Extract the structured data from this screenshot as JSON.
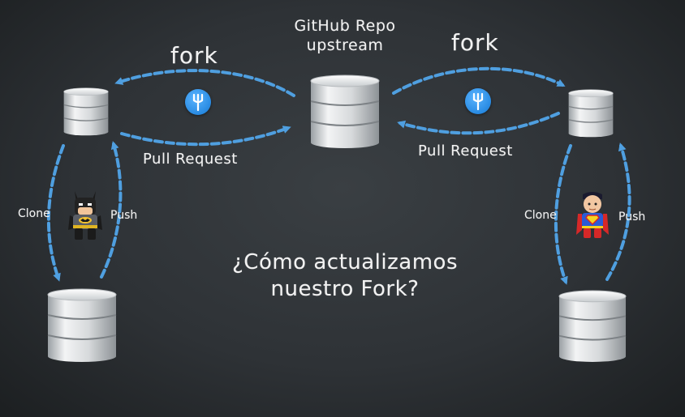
{
  "upstream": {
    "line1": "GitHub Repo",
    "line2": "upstream"
  },
  "left": {
    "fork_label": "fork",
    "pr_label": "Pull Request",
    "clone_label": "Clone",
    "push_label": "Push",
    "character": "batman"
  },
  "right": {
    "fork_label": "fork",
    "pr_label": "Pull Request",
    "clone_label": "Clone",
    "push_label": "Push",
    "character": "superman"
  },
  "question": {
    "line1": "¿Cómo actualizamos",
    "line2": "nuestro Fork?"
  },
  "colors": {
    "background": "#2f3336",
    "arrow": "#4f9fe0",
    "text": "#f2f2f2",
    "database": "#d9dcde",
    "fork_badge": "#1f88e5"
  },
  "icons": [
    "database-icon",
    "fork-icon",
    "batman-avatar",
    "superman-avatar"
  ]
}
